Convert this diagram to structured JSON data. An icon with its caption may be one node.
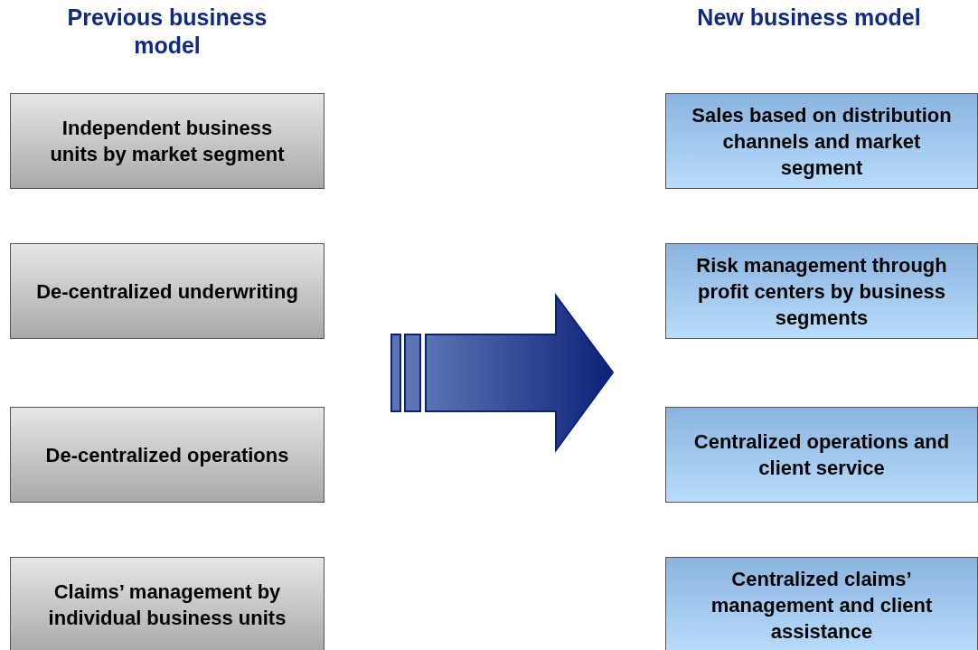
{
  "diagram": {
    "nodes": [
      {
        "text": [
          "Independent business units by market segment"
        ]
      },
      {
        "text": [
          "Sales based on distribution channels and market segment"
        ]
      },
      {
        "text": [
          "De-centralized underwriting"
        ]
      },
      {
        "text": [
          "Risk management through profit centers by business segments"
        ]
      },
      {
        "text": [
          "De-centralized operations"
        ]
      },
      {
        "text": [
          "Centralized operations and client service"
        ]
      },
      {
        "text": [
          "Claims’ management by individual business units"
        ]
      },
      {
        "text": [
          "Centralized claims’ management and client assistance"
        ]
      }
    ],
    "labels": [
      "Previous business model",
      "New business model"
    ]
  }
}
